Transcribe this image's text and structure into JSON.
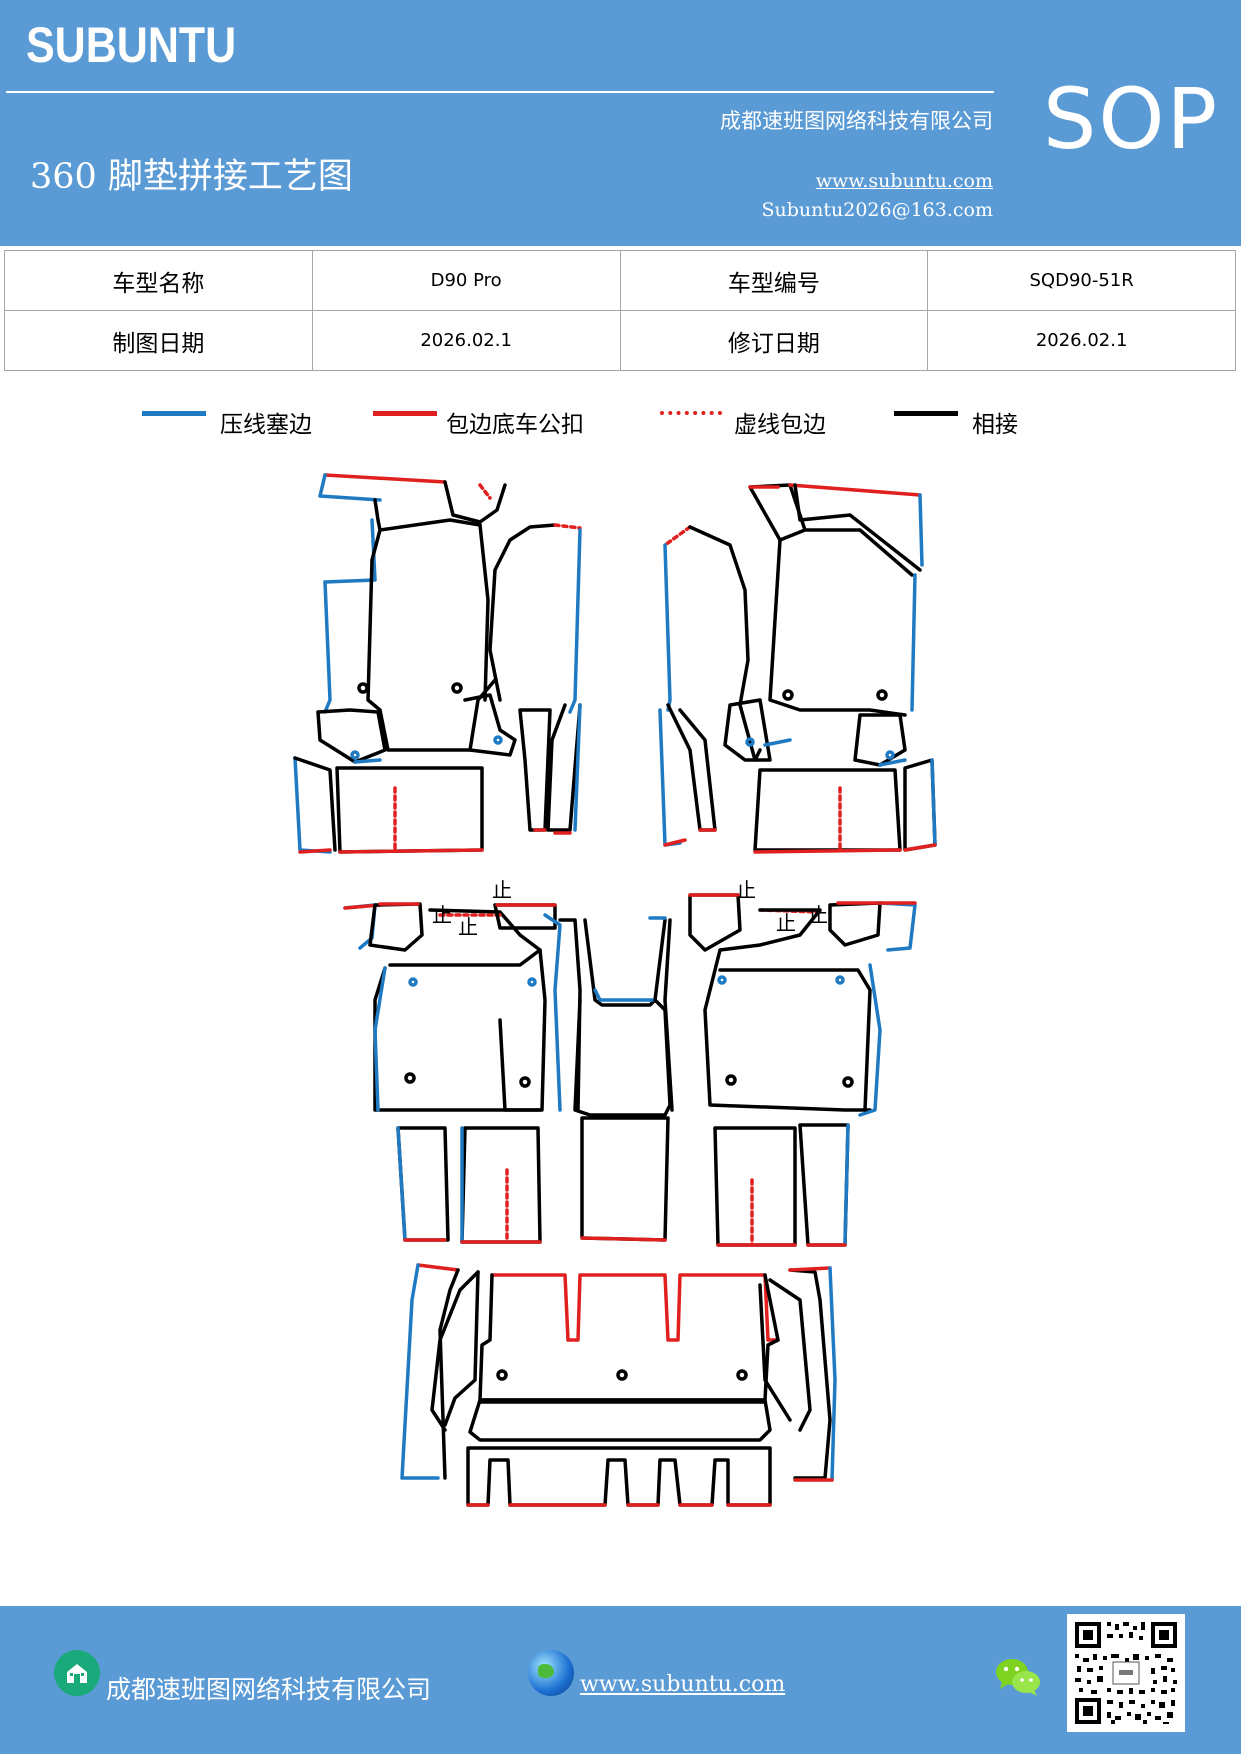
{
  "header": {
    "brand": "SUBUNTU",
    "sop": "SOP",
    "title": "360 脚垫拼接工艺图",
    "company": "成都速班图网络科技有限公司",
    "website": "www.subuntu.com",
    "email": "Subuntu2026@163.com"
  },
  "info": {
    "model_name_label": "车型名称",
    "model_name": "D90 Pro",
    "model_code_label": "车型编号",
    "model_code": "SQD90-51R",
    "draw_date_label": "制图日期",
    "draw_date": "2026.02.1",
    "revise_date_label": "修订日期",
    "revise_date": "2026.02.1"
  },
  "legend": [
    {
      "label": "压线塞边",
      "color": "#1f7ac4",
      "style": "solid"
    },
    {
      "label": "包边底车公扣",
      "color": "#e0201e",
      "style": "solid"
    },
    {
      "label": "虚线包边",
      "color": "#e0201e",
      "style": "dotted"
    },
    {
      "label": "相接",
      "color": "#000000",
      "style": "solid"
    }
  ],
  "diagram": {
    "marks": [
      "止",
      "止",
      "止",
      "止",
      "止",
      "止"
    ]
  },
  "colors": {
    "header_bg": "#5b9bd5",
    "blue_line": "#1f7ac4",
    "red_line": "#e0201e",
    "black_line": "#000000"
  },
  "footer": {
    "company": "成都速班图网络科技有限公司",
    "website": "www.subuntu.com",
    "icons": [
      "building-icon",
      "globe-icon",
      "wechat-icon",
      "qr-code"
    ]
  }
}
